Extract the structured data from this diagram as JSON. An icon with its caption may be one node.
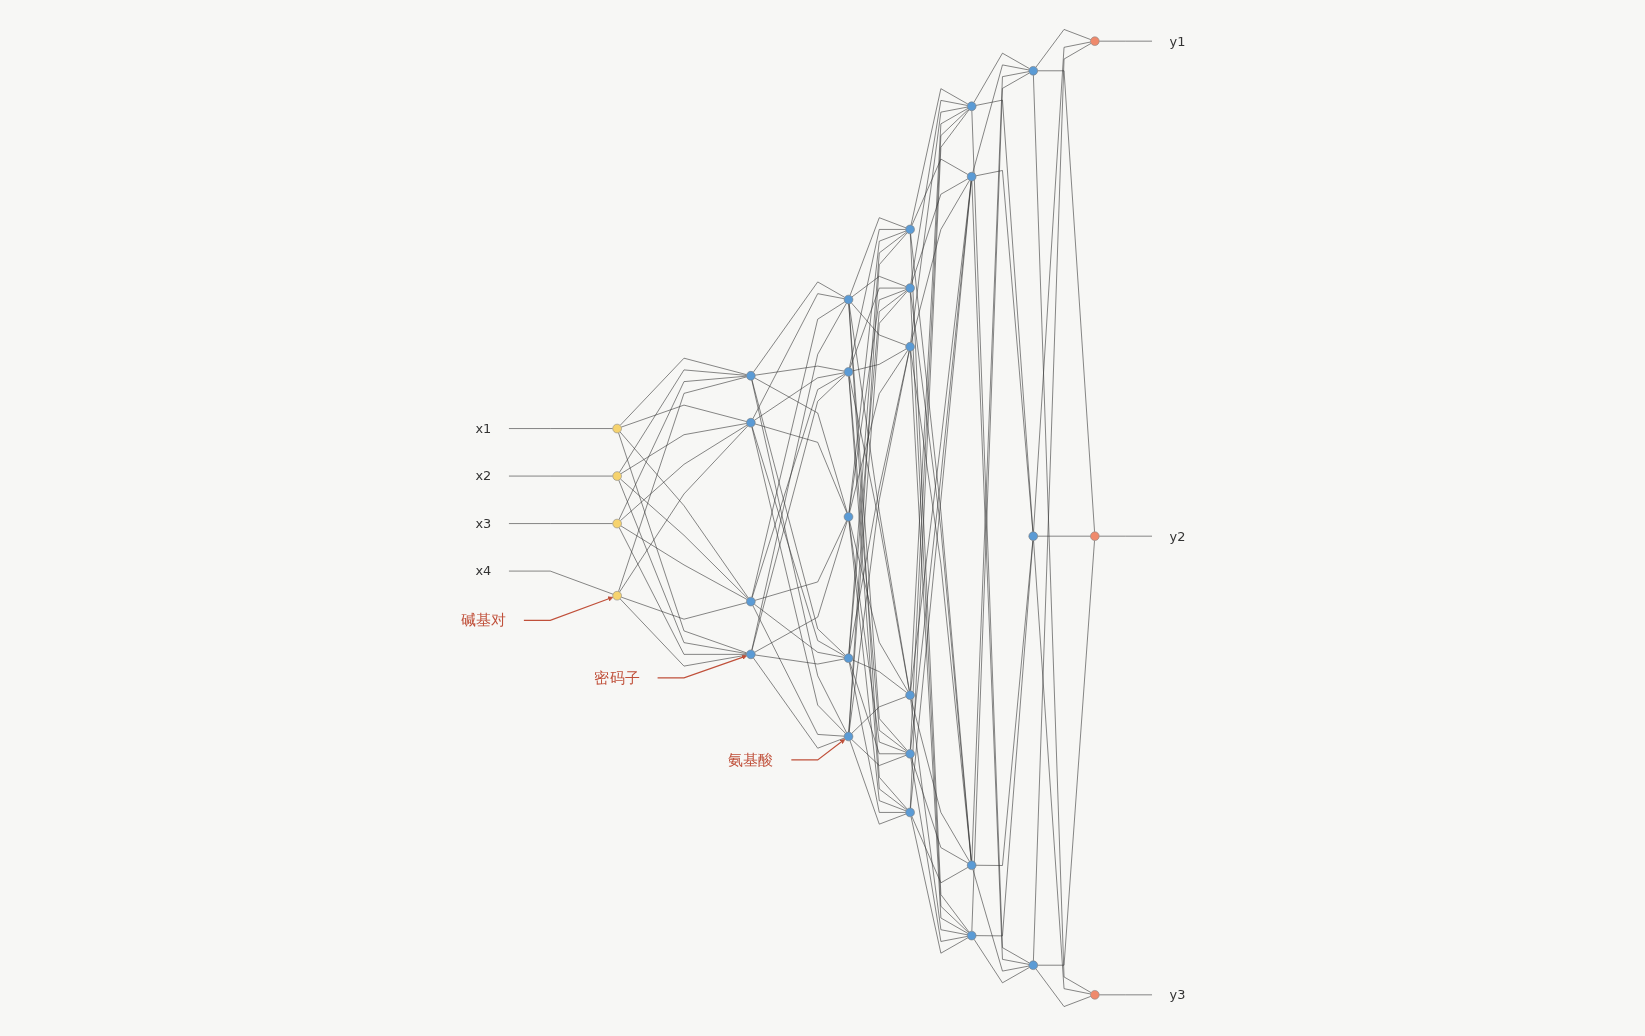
{
  "diagram": {
    "nodes": [
      {
        "text": [
          "x1"
        ]
      },
      {
        "text": [
          "x2"
        ]
      },
      {
        "text": [
          "x3"
        ]
      },
      {
        "text": [
          "x4"
        ]
      },
      {
        "text": [],
        "shape": "circle"
      },
      {
        "text": [],
        "shape": "circle"
      },
      {
        "text": [],
        "shape": "circle"
      },
      {
        "text": [],
        "shape": "circle"
      },
      {
        "text": [],
        "shape": "circle"
      },
      {
        "text": [],
        "shape": "circle"
      },
      {
        "text": [],
        "shape": "circle"
      },
      {
        "text": [],
        "shape": "circle"
      },
      {
        "text": [],
        "shape": "circle"
      },
      {
        "text": [],
        "shape": "circle"
      },
      {
        "text": [],
        "shape": "circle"
      },
      {
        "text": [],
        "shape": "circle"
      },
      {
        "text": [],
        "shape": "circle"
      },
      {
        "text": [],
        "shape": "circle"
      },
      {
        "text": [],
        "shape": "circle"
      },
      {
        "text": [],
        "shape": "circle"
      },
      {
        "text": [],
        "shape": "circle"
      },
      {
        "text": [],
        "shape": "circle"
      },
      {
        "text": [],
        "shape": "circle"
      },
      {
        "text": [],
        "shape": "circle"
      },
      {
        "text": [],
        "shape": "circle"
      },
      {
        "text": [],
        "shape": "circle"
      },
      {
        "text": [],
        "shape": "circle"
      },
      {
        "text": [],
        "shape": "circle"
      },
      {
        "text": [],
        "shape": "circle"
      },
      {
        "text": [],
        "shape": "circle"
      },
      {
        "text": [],
        "shape": "circle"
      },
      {
        "text": [],
        "shape": "circle"
      },
      {
        "text": [],
        "shape": "circle"
      },
      {
        "text": [
          "y1"
        ]
      },
      {
        "text": [
          "y2"
        ]
      },
      {
        "text": [
          "y3"
        ]
      },
      {
        "text": [
          "碱基对"
        ]
      },
      {
        "text": [
          "密码子"
        ]
      },
      {
        "text": [
          "氨基酸"
        ]
      }
    ],
    "edges": [
      {
        "from": 0,
        "to": 4,
        "arrow": "none"
      },
      {
        "from": 1,
        "to": 5,
        "arrow": "none"
      },
      {
        "from": 2,
        "to": 6,
        "arrow": "none"
      },
      {
        "from": 3,
        "to": 7,
        "arrow": "none"
      },
      {
        "from": 4,
        "to": 8,
        "arrow": "none"
      },
      {
        "from": 4,
        "to": 9,
        "arrow": "none"
      },
      {
        "from": 4,
        "to": 10,
        "arrow": "none"
      },
      {
        "from": 4,
        "to": 11,
        "arrow": "none"
      },
      {
        "from": 5,
        "to": 8,
        "arrow": "none"
      },
      {
        "from": 5,
        "to": 9,
        "arrow": "none"
      },
      {
        "from": 5,
        "to": 10,
        "arrow": "none"
      },
      {
        "from": 5,
        "to": 11,
        "arrow": "none"
      },
      {
        "from": 6,
        "to": 8,
        "arrow": "none"
      },
      {
        "from": 6,
        "to": 9,
        "arrow": "none"
      },
      {
        "from": 6,
        "to": 10,
        "arrow": "none"
      },
      {
        "from": 6,
        "to": 11,
        "arrow": "none"
      },
      {
        "from": 7,
        "to": 8,
        "arrow": "none"
      },
      {
        "from": 7,
        "to": 9,
        "arrow": "none"
      },
      {
        "from": 7,
        "to": 10,
        "arrow": "none"
      },
      {
        "from": 7,
        "to": 11,
        "arrow": "none"
      },
      {
        "from": 8,
        "to": 12,
        "arrow": "none"
      },
      {
        "from": 8,
        "to": 13,
        "arrow": "none"
      },
      {
        "from": 8,
        "to": 14,
        "arrow": "none"
      },
      {
        "from": 8,
        "to": 15,
        "arrow": "none"
      },
      {
        "from": 8,
        "to": 16,
        "arrow": "none"
      },
      {
        "from": 9,
        "to": 12,
        "arrow": "none"
      },
      {
        "from": 9,
        "to": 13,
        "arrow": "none"
      },
      {
        "from": 9,
        "to": 14,
        "arrow": "none"
      },
      {
        "from": 9,
        "to": 15,
        "arrow": "none"
      },
      {
        "from": 9,
        "to": 16,
        "arrow": "none"
      },
      {
        "from": 10,
        "to": 12,
        "arrow": "none"
      },
      {
        "from": 10,
        "to": 13,
        "arrow": "none"
      },
      {
        "from": 10,
        "to": 14,
        "arrow": "none"
      },
      {
        "from": 10,
        "to": 15,
        "arrow": "none"
      },
      {
        "from": 10,
        "to": 16,
        "arrow": "none"
      },
      {
        "from": 11,
        "to": 12,
        "arrow": "none"
      },
      {
        "from": 11,
        "to": 13,
        "arrow": "none"
      },
      {
        "from": 11,
        "to": 14,
        "arrow": "none"
      },
      {
        "from": 11,
        "to": 15,
        "arrow": "none"
      },
      {
        "from": 11,
        "to": 16,
        "arrow": "none"
      },
      {
        "from": 12,
        "to": 17,
        "arrow": "none"
      },
      {
        "from": 12,
        "to": 18,
        "arrow": "none"
      },
      {
        "from": 12,
        "to": 19,
        "arrow": "none"
      },
      {
        "from": 12,
        "to": 20,
        "arrow": "none"
      },
      {
        "from": 12,
        "to": 21,
        "arrow": "none"
      },
      {
        "from": 12,
        "to": 22,
        "arrow": "none"
      },
      {
        "from": 13,
        "to": 17,
        "arrow": "none"
      },
      {
        "from": 13,
        "to": 18,
        "arrow": "none"
      },
      {
        "from": 13,
        "to": 19,
        "arrow": "none"
      },
      {
        "from": 13,
        "to": 20,
        "arrow": "none"
      },
      {
        "from": 13,
        "to": 21,
        "arrow": "none"
      },
      {
        "from": 13,
        "to": 22,
        "arrow": "none"
      },
      {
        "from": 14,
        "to": 17,
        "arrow": "none"
      },
      {
        "from": 14,
        "to": 18,
        "arrow": "none"
      },
      {
        "from": 14,
        "to": 19,
        "arrow": "none"
      },
      {
        "from": 14,
        "to": 20,
        "arrow": "none"
      },
      {
        "from": 14,
        "to": 21,
        "arrow": "none"
      },
      {
        "from": 14,
        "to": 22,
        "arrow": "none"
      },
      {
        "from": 15,
        "to": 17,
        "arrow": "none"
      },
      {
        "from": 15,
        "to": 18,
        "arrow": "none"
      },
      {
        "from": 15,
        "to": 19,
        "arrow": "none"
      },
      {
        "from": 15,
        "to": 20,
        "arrow": "none"
      },
      {
        "from": 15,
        "to": 21,
        "arrow": "none"
      },
      {
        "from": 15,
        "to": 22,
        "arrow": "none"
      },
      {
        "from": 16,
        "to": 17,
        "arrow": "none"
      },
      {
        "from": 16,
        "to": 18,
        "arrow": "none"
      },
      {
        "from": 16,
        "to": 19,
        "arrow": "none"
      },
      {
        "from": 16,
        "to": 20,
        "arrow": "none"
      },
      {
        "from": 16,
        "to": 21,
        "arrow": "none"
      },
      {
        "from": 16,
        "to": 22,
        "arrow": "none"
      },
      {
        "from": 17,
        "to": 23,
        "arrow": "none"
      },
      {
        "from": 17,
        "to": 24,
        "arrow": "none"
      },
      {
        "from": 17,
        "to": 25,
        "arrow": "none"
      },
      {
        "from": 17,
        "to": 26,
        "arrow": "none"
      },
      {
        "from": 18,
        "to": 23,
        "arrow": "none"
      },
      {
        "from": 18,
        "to": 24,
        "arrow": "none"
      },
      {
        "from": 18,
        "to": 25,
        "arrow": "none"
      },
      {
        "from": 18,
        "to": 26,
        "arrow": "none"
      },
      {
        "from": 19,
        "to": 23,
        "arrow": "none"
      },
      {
        "from": 19,
        "to": 24,
        "arrow": "none"
      },
      {
        "from": 19,
        "to": 25,
        "arrow": "none"
      },
      {
        "from": 19,
        "to": 26,
        "arrow": "none"
      },
      {
        "from": 20,
        "to": 23,
        "arrow": "none"
      },
      {
        "from": 20,
        "to": 24,
        "arrow": "none"
      },
      {
        "from": 20,
        "to": 25,
        "arrow": "none"
      },
      {
        "from": 20,
        "to": 26,
        "arrow": "none"
      },
      {
        "from": 21,
        "to": 23,
        "arrow": "none"
      },
      {
        "from": 21,
        "to": 24,
        "arrow": "none"
      },
      {
        "from": 21,
        "to": 25,
        "arrow": "none"
      },
      {
        "from": 21,
        "to": 26,
        "arrow": "none"
      },
      {
        "from": 22,
        "to": 23,
        "arrow": "none"
      },
      {
        "from": 22,
        "to": 24,
        "arrow": "none"
      },
      {
        "from": 22,
        "to": 25,
        "arrow": "none"
      },
      {
        "from": 22,
        "to": 26,
        "arrow": "none"
      },
      {
        "from": 23,
        "to": 27,
        "arrow": "none"
      },
      {
        "from": 23,
        "to": 28,
        "arrow": "none"
      },
      {
        "from": 23,
        "to": 29,
        "arrow": "none"
      },
      {
        "from": 24,
        "to": 27,
        "arrow": "none"
      },
      {
        "from": 24,
        "to": 28,
        "arrow": "none"
      },
      {
        "from": 24,
        "to": 29,
        "arrow": "none"
      },
      {
        "from": 25,
        "to": 27,
        "arrow": "none"
      },
      {
        "from": 25,
        "to": 28,
        "arrow": "none"
      },
      {
        "from": 25,
        "to": 29,
        "arrow": "none"
      },
      {
        "from": 26,
        "to": 27,
        "arrow": "none"
      },
      {
        "from": 26,
        "to": 28,
        "arrow": "none"
      },
      {
        "from": 26,
        "to": 29,
        "arrow": "none"
      },
      {
        "from": 27,
        "to": 30,
        "arrow": "none"
      },
      {
        "from": 27,
        "to": 31,
        "arrow": "none"
      },
      {
        "from": 27,
        "to": 32,
        "arrow": "none"
      },
      {
        "from": 28,
        "to": 30,
        "arrow": "none"
      },
      {
        "from": 28,
        "to": 31,
        "arrow": "none"
      },
      {
        "from": 28,
        "to": 32,
        "arrow": "none"
      },
      {
        "from": 29,
        "to": 30,
        "arrow": "none"
      },
      {
        "from": 29,
        "to": 31,
        "arrow": "none"
      },
      {
        "from": 29,
        "to": 32,
        "arrow": "none"
      },
      {
        "from": 30,
        "to": 33,
        "arrow": "none"
      },
      {
        "from": 31,
        "to": 34,
        "arrow": "none"
      },
      {
        "from": 32,
        "to": 35,
        "arrow": "none"
      },
      {
        "from": 36,
        "to": 7,
        "arrow": "to",
        "color": "#c0503a"
      },
      {
        "from": 37,
        "to": 11,
        "arrow": "to",
        "color": "#c0503a"
      },
      {
        "from": 38,
        "to": 16,
        "arrow": "to",
        "color": "#c0503a"
      }
    ]
  }
}
